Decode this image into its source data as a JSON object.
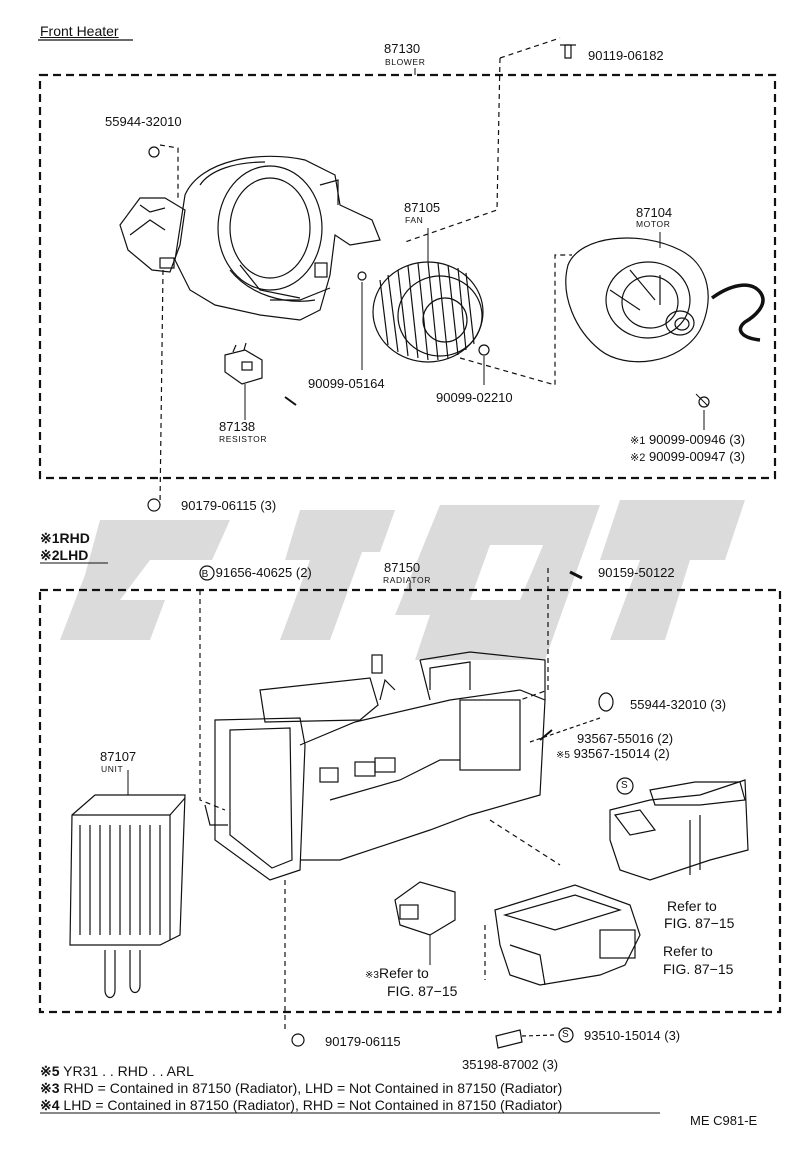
{
  "title": "Front Heater",
  "variants": {
    "v1": {
      "mark": "※1",
      "text": "RHD"
    },
    "v2": {
      "mark": "※2",
      "text": "LHD"
    }
  },
  "parts": {
    "blower": {
      "no": "87130",
      "name": "BLOWER"
    },
    "fan": {
      "no": "87105",
      "name": "FAN"
    },
    "motor": {
      "no": "87104",
      "name": "MOTOR"
    },
    "resistor": {
      "no": "87138",
      "name": "RESISTOR"
    },
    "radiator": {
      "no": "87150",
      "name": "RADIATOR"
    },
    "unit": {
      "no": "87107",
      "name": "UNIT"
    },
    "screw_top": "90119-06182",
    "clip_blower": "55944-32010",
    "washer_fan": "90099-05164",
    "nut_fan": "90099-02210",
    "motor_screw1": {
      "mark": "※1",
      "no": "90099-00946 (3)"
    },
    "motor_screw2": {
      "mark": "※2",
      "no": "90099-00947 (3)"
    },
    "nut_lower": "90179-06115 (3)",
    "bolt_b": {
      "mark": "B",
      "no": "91656-40625 (2)"
    },
    "bolt_rad": "90159-50122",
    "clip_rad": "55944-32010 (3)",
    "clip_a": "93567-55016 (2)",
    "clip_b": {
      "mark": "※5",
      "no": "93567-15014 (2)"
    },
    "nut_bottom": "90179-06115",
    "screw_s": {
      "mark": "S",
      "no": "93510-15014 (3)"
    },
    "bracket": "35198-87002 (3)",
    "refer1": {
      "line1": "Refer to",
      "line2": "FIG. 87−15"
    },
    "refer2": {
      "line1": "Refer to",
      "line2": "FIG. 87−15"
    },
    "refer3": {
      "mark": "※3",
      "line1": "Refer to",
      "line2": "FIG. 87−15"
    }
  },
  "notes": {
    "n5": {
      "mark": "※5",
      "text": "YR31 . . RHD . . ARL"
    },
    "n3": {
      "mark": "※3",
      "text": "RHD = Contained in 87150 (Radiator), LHD = Not Contained in 87150 (Radiator)"
    },
    "n4": {
      "mark": "※4",
      "text": "LHD = Contained in 87150 (Radiator), RHD = Not Contained in 87150 (Radiator)"
    }
  },
  "figure_code": "ME C981-E"
}
